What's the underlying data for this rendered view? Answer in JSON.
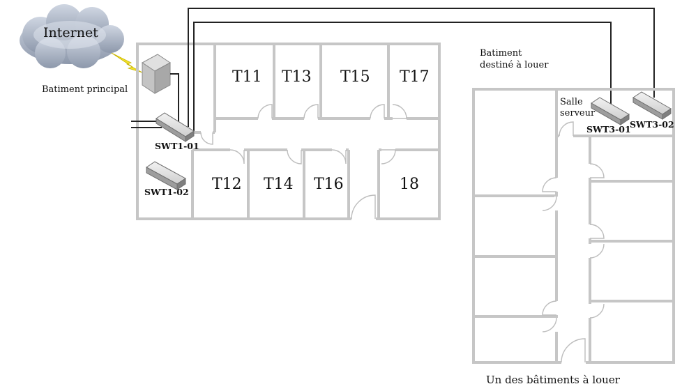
{
  "labels": {
    "internet": "Internet",
    "main_building": "Batiment principal",
    "rental_line1": "Batiment",
    "rental_line2": "destiné à louer",
    "server_line1": "Salle",
    "server_line2": "serveur",
    "footer": "Un des bâtiments à louer"
  },
  "rooms": {
    "t11": "T11",
    "t13": "T13",
    "t15": "T15",
    "t17": "T17",
    "t12": "T12",
    "t14": "T14",
    "t16": "T16",
    "r18": "18"
  },
  "switches": {
    "swt1_01": "SWT1-01",
    "swt1_02": "SWT1-02",
    "swt3_01": "SWT3-01",
    "swt3_02": "SWT3-02"
  },
  "colors": {
    "wall": "#c6c6c6",
    "cable": "#222222",
    "cloud": "#a9b3c4",
    "lightning": "#f2e22a"
  }
}
